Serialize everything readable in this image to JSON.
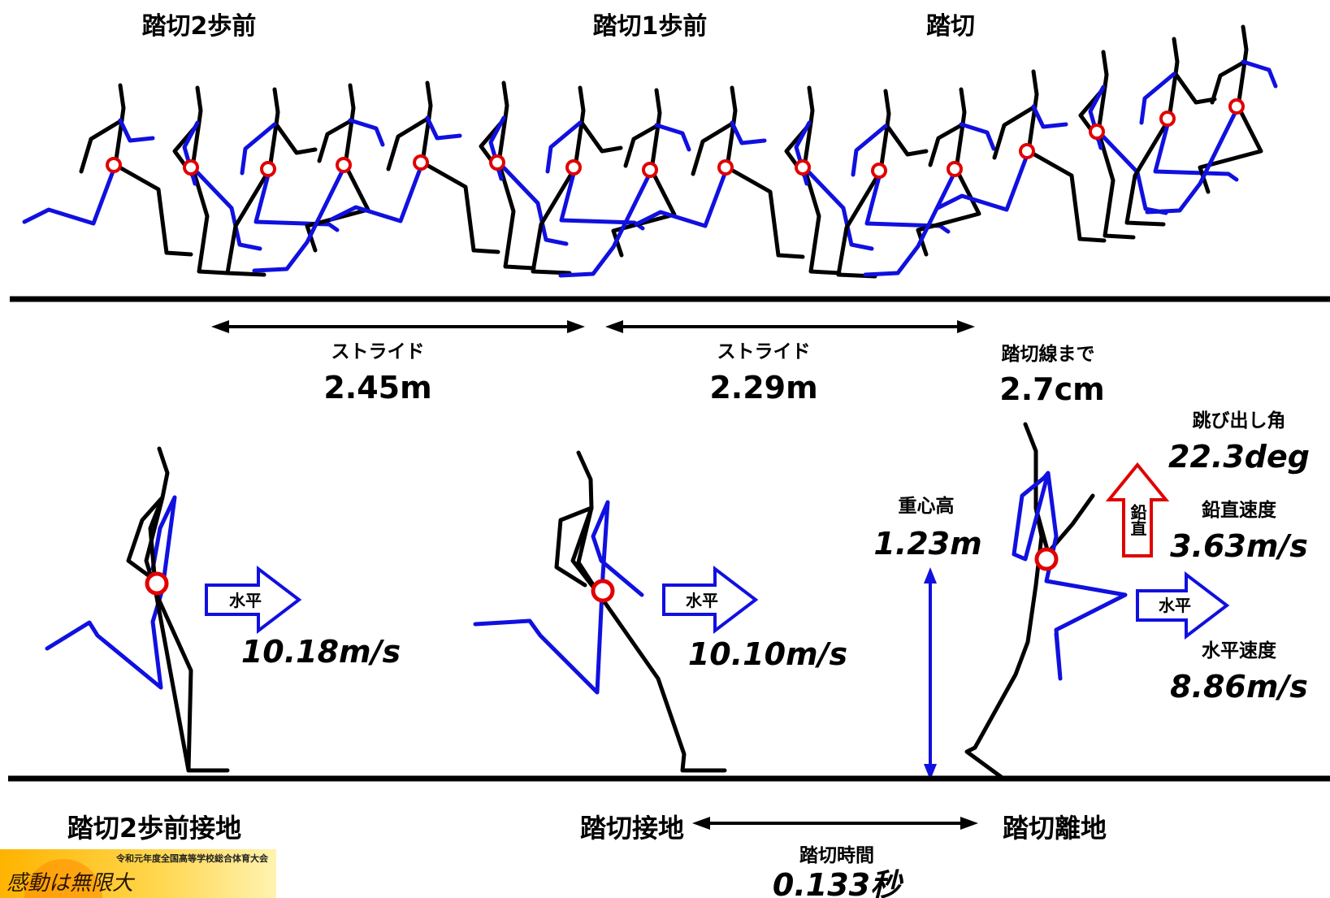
{
  "top_labels": {
    "step2": "踏切2歩前",
    "step1": "踏切1歩前",
    "takeoff": "踏切"
  },
  "stride1": {
    "label": "ストライド",
    "value": "2.45m"
  },
  "stride2": {
    "label": "ストライド",
    "value": "2.29m"
  },
  "to_board": {
    "label": "踏切線まで",
    "value": "2.7cm"
  },
  "phase1": {
    "arrow_label": "水平",
    "speed": "10.18m/s",
    "caption": "踏切2歩前接地"
  },
  "phase2": {
    "arrow_label": "水平",
    "speed": "10.10m/s",
    "caption": "踏切接地"
  },
  "cog_height": {
    "label": "重心高",
    "value": "1.23m"
  },
  "takeoff_angle": {
    "label": "跳び出し角",
    "value": "22.3deg"
  },
  "vertical": {
    "arrow_label": "鉛直",
    "label": "鉛直速度",
    "value": "3.63m/s"
  },
  "horizontal": {
    "arrow_label": "水平",
    "label": "水平速度",
    "value": "8.86m/s"
  },
  "takeoff_release": {
    "caption": "踏切離地"
  },
  "contact_time": {
    "label": "踏切時間",
    "value": "0.133秒"
  },
  "banner": {
    "event": "令和元年度全国高等学校総合体育大会",
    "slogan": "感動は無限大"
  },
  "colors": {
    "skeleton": "#000000",
    "limb_side": "#1010e0",
    "center_of_mass": "#e00000",
    "ground": "#000000"
  }
}
